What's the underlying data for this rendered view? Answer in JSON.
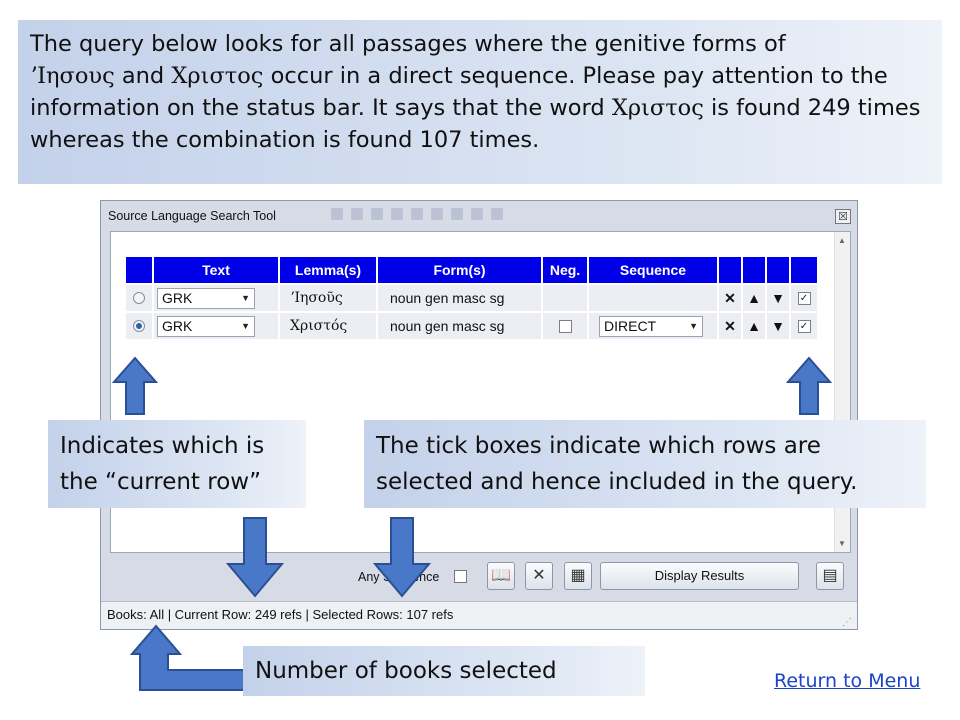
{
  "intro": {
    "line1": "The query below looks for all passages where the genitive forms of",
    "greek_jesus": "ʼΙησους",
    "and": "and",
    "greek_christ": "Χριστος",
    "line2_rest": "occur in a direct sequence. Please pay attention to the information on the status bar. It says that the word",
    "greek_christ2": "Χριστος",
    "line3_rest": "is found 249 times whereas the combination is found 107 times."
  },
  "window": {
    "title": "Source Language Search Tool",
    "close": "☒",
    "columns": [
      "Text",
      "Lemma(s)",
      "Form(s)",
      "Neg.",
      "Sequence"
    ],
    "rows": [
      {
        "text": "GRK",
        "lemma": "ʼΙησοῦς",
        "form": "noun gen masc sg",
        "neg": "",
        "sequence": "",
        "current": false,
        "selected": true
      },
      {
        "text": "GRK",
        "lemma": "Χριστός",
        "form": "noun gen masc sg",
        "neg": "unchecked",
        "sequence": "DIRECT",
        "current": true,
        "selected": true
      }
    ],
    "any_sequence_label": "Any Sequence",
    "display_results": "Display Results",
    "status": "Books: All | Current Row: 249 refs | Selected Rows: 107 refs"
  },
  "callouts": {
    "current_row": "Indicates which is the “current row”",
    "tick_boxes": "The tick boxes indicate which rows are selected and hence included in the query.",
    "books": "Number of books selected"
  },
  "nav": {
    "return": "Return to Menu"
  },
  "colors": {
    "accent_blue": "#0000e8",
    "callout_bg": "#c3d1ea",
    "arrow_fill": "#4a78c8",
    "arrow_stroke": "#2b4f93"
  }
}
